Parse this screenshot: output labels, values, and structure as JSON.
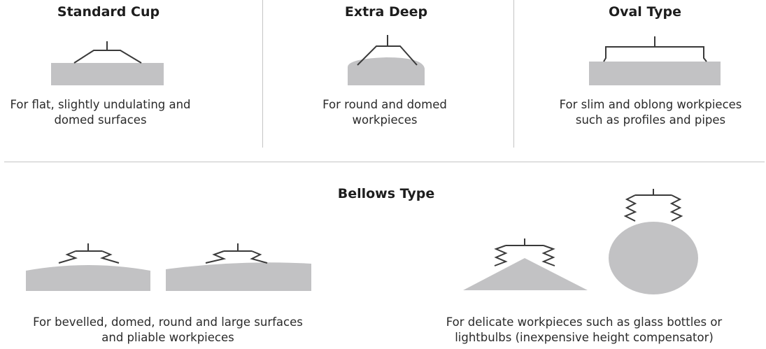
{
  "panels": {
    "standard": {
      "title": "Standard Cup",
      "desc": [
        "For flat, slightly undulating and",
        "domed surfaces"
      ]
    },
    "deep": {
      "title": "Extra Deep",
      "desc": [
        "For round and domed",
        "workpieces"
      ]
    },
    "oval": {
      "title": "Oval Type",
      "desc": [
        "For slim and oblong workpieces",
        "such as profiles and pipes"
      ]
    },
    "bellows": {
      "title": "Bellows Type",
      "left_desc": [
        "For bevelled, domed, round and large surfaces",
        "and pliable workpieces"
      ],
      "right_desc": [
        "For delicate workpieces such as glass bottles or",
        "lightbulbs (inexpensive height compensator)"
      ]
    }
  },
  "colors": {
    "workpiece": "#c2c2c4",
    "cup_stroke": "#3a3a3a",
    "divider": "#c4c4c4"
  },
  "icons": [
    "standard-cup-diagram",
    "extra-deep-cup-diagram",
    "oval-cup-diagram",
    "bellows-bevelled-diagram",
    "bellows-sloped-diagram",
    "bellows-cone-diagram",
    "bellows-sphere-diagram"
  ]
}
